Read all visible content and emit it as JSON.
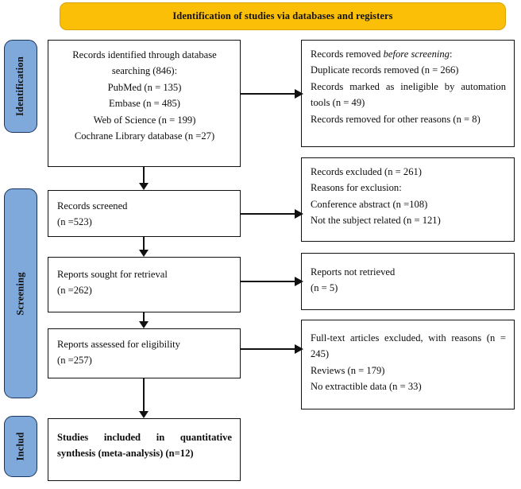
{
  "banner": {
    "title": "Identification of studies via databases and registers",
    "color": "#FCBF07"
  },
  "stages": {
    "color": "#7FA9DB",
    "identification": "Identification",
    "screening": "Screening",
    "included": "Includ"
  },
  "boxes": {
    "identified": {
      "name": "records-identified",
      "lines": [
        "Records identified through database",
        "searching (846):",
        "PubMed (n = 135)",
        "Embase (n = 485)",
        "Web of Science (n = 199)",
        "Cochrane Library database (n =27)"
      ]
    },
    "removed": {
      "name": "records-removed-before-screening",
      "line1_pre": "Records removed ",
      "line1_em": "before screening",
      "line1_post": ":",
      "lines": [
        "Duplicate records removed (n = 266)",
        "Records marked as ineligible by automation tools (n = 49)",
        "Records removed for other reasons (n = 8)"
      ]
    },
    "screened": {
      "name": "records-screened",
      "lines": [
        "Records screened",
        "(n =523)"
      ]
    },
    "excluded": {
      "name": "records-excluded",
      "lines": [
        "Records excluded (n = 261)",
        "Reasons for exclusion:",
        "Conference abstract (n =108)",
        "Not the subject related (n = 121)"
      ]
    },
    "sought": {
      "name": "reports-sought-for-retrieval",
      "lines": [
        "Reports sought for retrieval",
        "(n =262)"
      ]
    },
    "notretrieved": {
      "name": "reports-not-retrieved",
      "lines": [
        "Reports not retrieved",
        "(n = 5)"
      ]
    },
    "assessed": {
      "name": "reports-assessed-for-eligibility",
      "lines": [
        "Reports assessed for eligibility",
        "(n =257)"
      ]
    },
    "fulltext": {
      "name": "full-text-articles-excluded",
      "lines": [
        "Full-text articles excluded, with reasons (n = 245)",
        "Reviews (n = 179)",
        "No extractible data (n = 33)"
      ]
    },
    "included": {
      "name": "studies-included",
      "lines": [
        "Studies included in quantitative synthesis (meta-analysis) (n=12)"
      ]
    }
  },
  "chart_data": {
    "type": "diagram",
    "title": "PRISMA flow diagram",
    "nodes": [
      {
        "id": "identified",
        "stage": "Identification",
        "label": "Records identified through database searching (846)",
        "n": 846,
        "breakdown": [
          {
            "source": "PubMed",
            "n": 135
          },
          {
            "source": "Embase",
            "n": 485
          },
          {
            "source": "Web of Science",
            "n": 199
          },
          {
            "source": "Cochrane Library database",
            "n": 27
          }
        ]
      },
      {
        "id": "removed",
        "stage": "Identification",
        "label": "Records removed before screening",
        "breakdown": [
          {
            "reason": "Duplicate records removed",
            "n": 266
          },
          {
            "reason": "Records marked as ineligible by automation tools",
            "n": 49
          },
          {
            "reason": "Records removed for other reasons",
            "n": 8
          }
        ]
      },
      {
        "id": "screened",
        "stage": "Screening",
        "label": "Records screened",
        "n": 523
      },
      {
        "id": "excluded",
        "stage": "Screening",
        "label": "Records excluded",
        "n": 261,
        "breakdown": [
          {
            "reason": "Conference abstract",
            "n": 108
          },
          {
            "reason": "Not the subject related",
            "n": 121
          }
        ]
      },
      {
        "id": "sought",
        "stage": "Screening",
        "label": "Reports sought for retrieval",
        "n": 262
      },
      {
        "id": "notretrieved",
        "stage": "Screening",
        "label": "Reports not retrieved",
        "n": 5
      },
      {
        "id": "assessed",
        "stage": "Screening",
        "label": "Reports assessed for eligibility",
        "n": 257
      },
      {
        "id": "fulltext",
        "stage": "Screening",
        "label": "Full-text articles excluded, with reasons",
        "n": 245,
        "breakdown": [
          {
            "reason": "Reviews",
            "n": 179
          },
          {
            "reason": "No extractible data",
            "n": 33
          }
        ]
      },
      {
        "id": "included",
        "stage": "Included",
        "label": "Studies included in quantitative synthesis (meta-analysis)",
        "n": 12
      }
    ],
    "edges": [
      {
        "from": "identified",
        "to": "removed",
        "direction": "right"
      },
      {
        "from": "identified",
        "to": "screened",
        "direction": "down"
      },
      {
        "from": "screened",
        "to": "excluded",
        "direction": "right"
      },
      {
        "from": "screened",
        "to": "sought",
        "direction": "down"
      },
      {
        "from": "sought",
        "to": "notretrieved",
        "direction": "right"
      },
      {
        "from": "sought",
        "to": "assessed",
        "direction": "down"
      },
      {
        "from": "assessed",
        "to": "fulltext",
        "direction": "right"
      },
      {
        "from": "assessed",
        "to": "included",
        "direction": "down"
      }
    ]
  }
}
